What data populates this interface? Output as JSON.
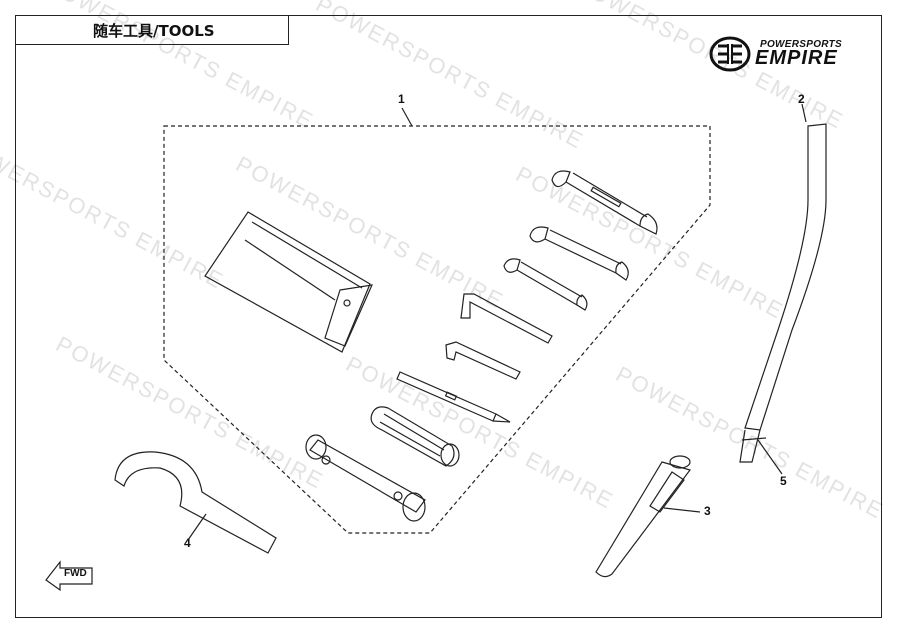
{
  "title": "随车工具/TOOLS",
  "brand": {
    "line1": "POWERSPORTS",
    "line2": "EMPIRE"
  },
  "callouts": [
    "1",
    "2",
    "3",
    "4",
    "5"
  ],
  "fwd_label": "FWD",
  "watermark": "POWERSPORTS EMPIRE"
}
